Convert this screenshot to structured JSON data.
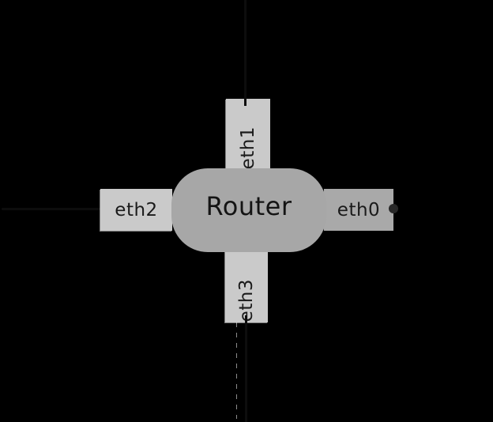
{
  "diagram": {
    "background_color": "#000000",
    "link_color": "#0d0d0d",
    "node": {
      "label": "Router",
      "body_color": "#a7a7a7",
      "text_color": "#141414"
    },
    "interfaces": [
      {
        "id": "eth0",
        "label": "eth0",
        "side": "right",
        "box_color": "#a9a9a9",
        "connected": false
      },
      {
        "id": "eth1",
        "label": "eth1",
        "side": "top",
        "box_color": "#cacaca",
        "connected": true
      },
      {
        "id": "eth2",
        "label": "eth2",
        "side": "left",
        "box_color": "#cacaca",
        "connected": true
      },
      {
        "id": "eth3",
        "label": "eth3",
        "side": "bottom",
        "box_color": "#cacaca",
        "connected": true
      }
    ],
    "links": [
      {
        "attached_to": "eth1",
        "direction": "up"
      },
      {
        "attached_to": "eth2",
        "direction": "left"
      },
      {
        "attached_to": "eth3",
        "direction": "down"
      }
    ]
  }
}
